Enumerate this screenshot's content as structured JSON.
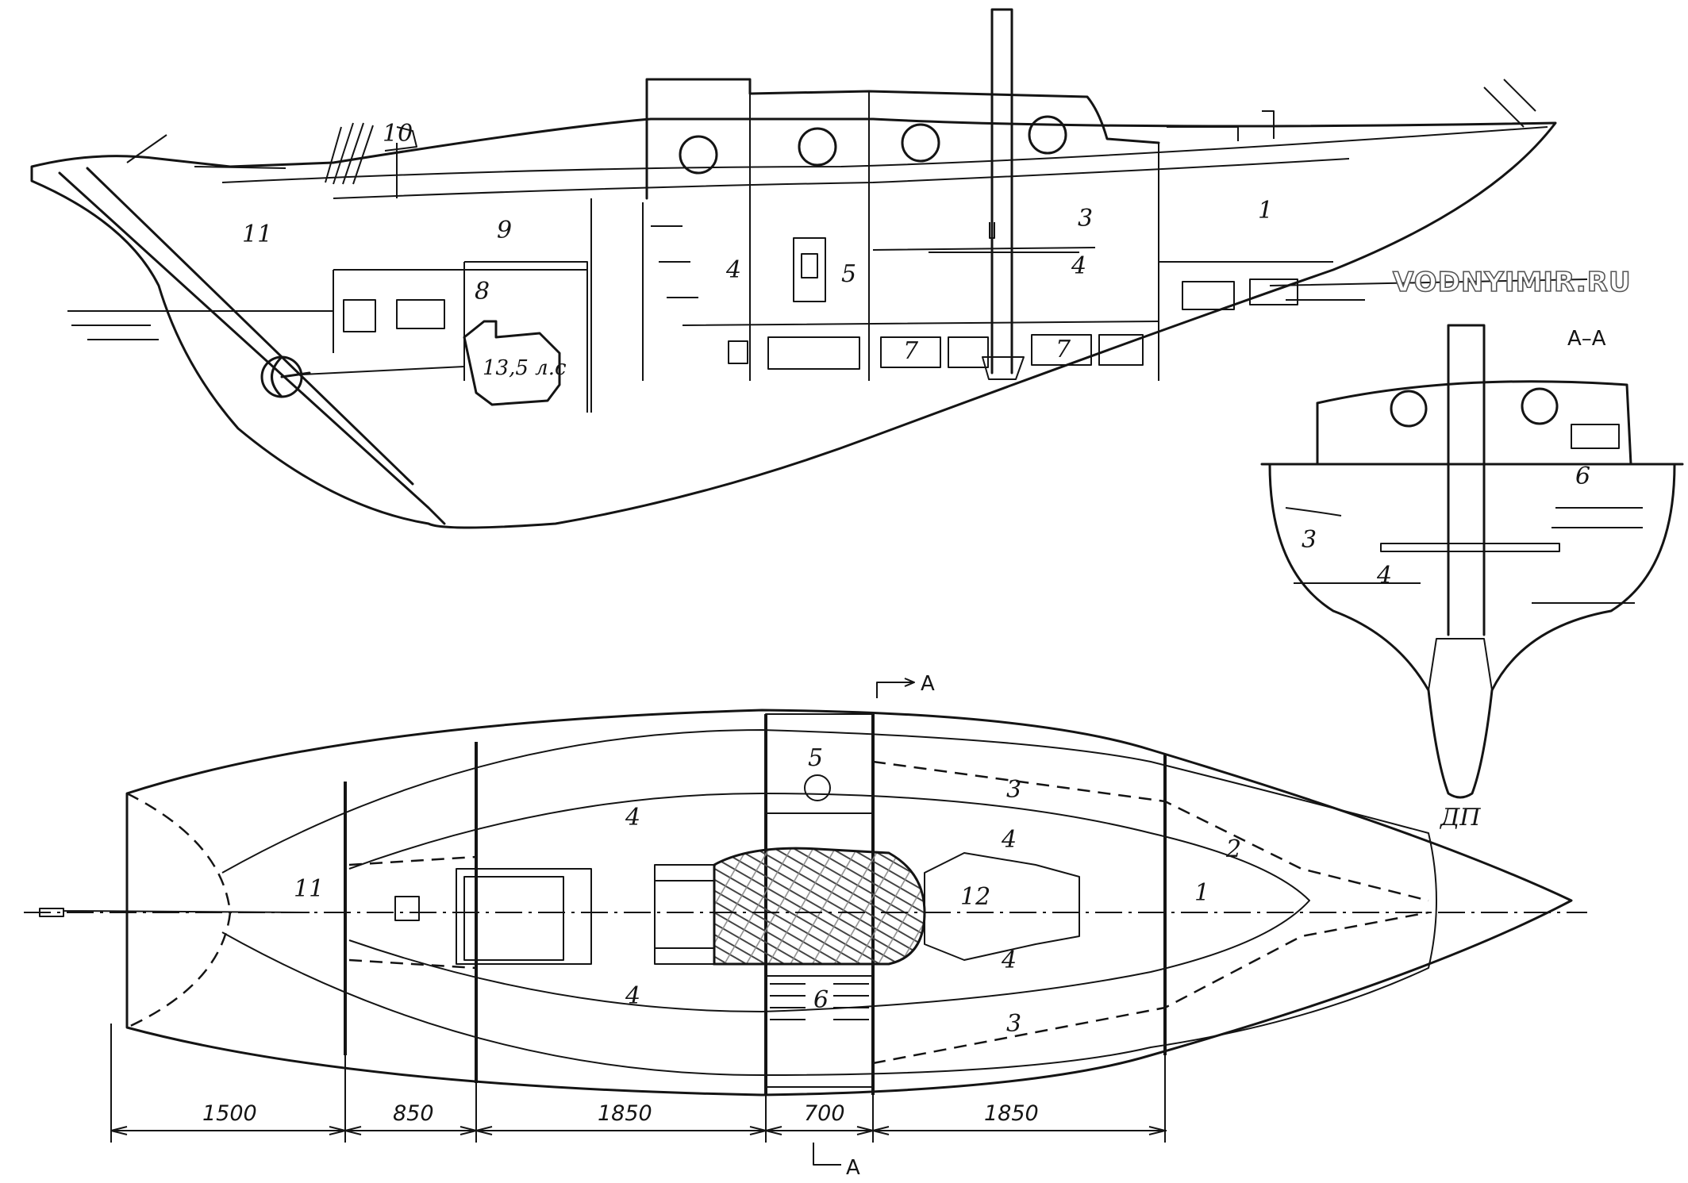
{
  "watermark": "VODNYIMIR.RU",
  "section_label": "А–А",
  "section_mark_top": "А",
  "section_mark_bottom": "А",
  "centerline_label": "ДП",
  "engine_label": "13,5 л.с",
  "profile_labels": [
    "1",
    "3",
    "4",
    "4",
    "5",
    "7",
    "7",
    "8",
    "9",
    "10",
    "11"
  ],
  "section_labels": [
    "3",
    "4",
    "6"
  ],
  "plan_labels": [
    "1",
    "2",
    "3",
    "3",
    "4",
    "4",
    "4",
    "4",
    "5",
    "6",
    "11",
    "12"
  ],
  "dimensions": [
    "1500",
    "850",
    "1850",
    "700",
    "1850"
  ],
  "colors": {
    "line": "#141414",
    "paper": "#ffffff",
    "watermark_stroke": "#555555"
  }
}
